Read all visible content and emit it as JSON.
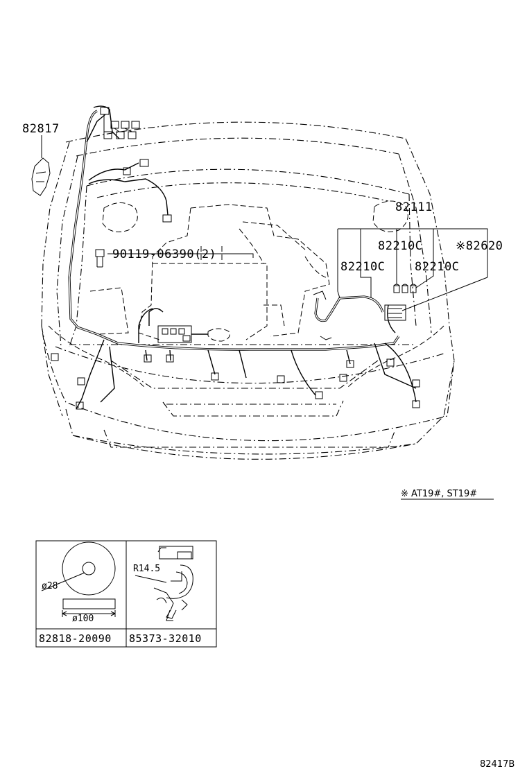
{
  "labels": {
    "part_82817": "82817",
    "part_82111": "82111",
    "part_82210c_top": "82210C",
    "part_82620": "※82620",
    "part_82210c_left": "82210C",
    "part_82210c_right": "82210C",
    "part_bolt": "90119-06390(2)"
  },
  "note": {
    "text": "※ AT19#, ST19#"
  },
  "inset": {
    "left": {
      "dim_inner": "ø28",
      "dim_outer": "ø100",
      "part_no": "82818-20090"
    },
    "right": {
      "radius": "R14.5",
      "part_no": "85373-32010"
    }
  },
  "figure_code": "82417B"
}
